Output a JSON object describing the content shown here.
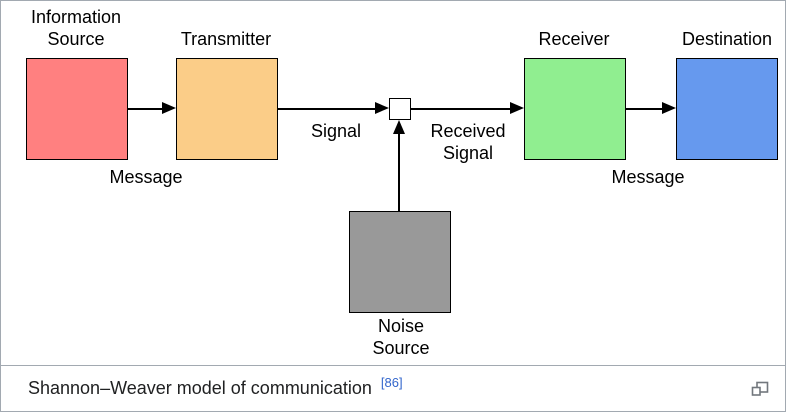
{
  "diagram": {
    "nodes": [
      {
        "id": "information-source",
        "label": "Information\nSource",
        "color": "#ff8080"
      },
      {
        "id": "transmitter",
        "label": "Transmitter",
        "color": "#fbcd88"
      },
      {
        "id": "receiver",
        "label": "Receiver",
        "color": "#90ee90"
      },
      {
        "id": "destination",
        "label": "Destination",
        "color": "#6699ee"
      },
      {
        "id": "noise-source",
        "label": "Noise\nSource",
        "color": "#999999"
      }
    ],
    "junction": {
      "color": "#ffffff"
    },
    "edge_labels": {
      "message_left": "Message",
      "signal": "Signal",
      "received_signal": "Received\nSignal",
      "message_right": "Message"
    }
  },
  "caption": {
    "text": "Shannon–Weaver model of communication",
    "reference": "[86]"
  },
  "colors": {
    "caption_link": "#3366cc",
    "caption_text": "#202122",
    "arrow": "#000000",
    "figure_border": "#a2a9b1"
  },
  "icons": {
    "expand_icon_name": "expand-thumbnail-icon"
  }
}
